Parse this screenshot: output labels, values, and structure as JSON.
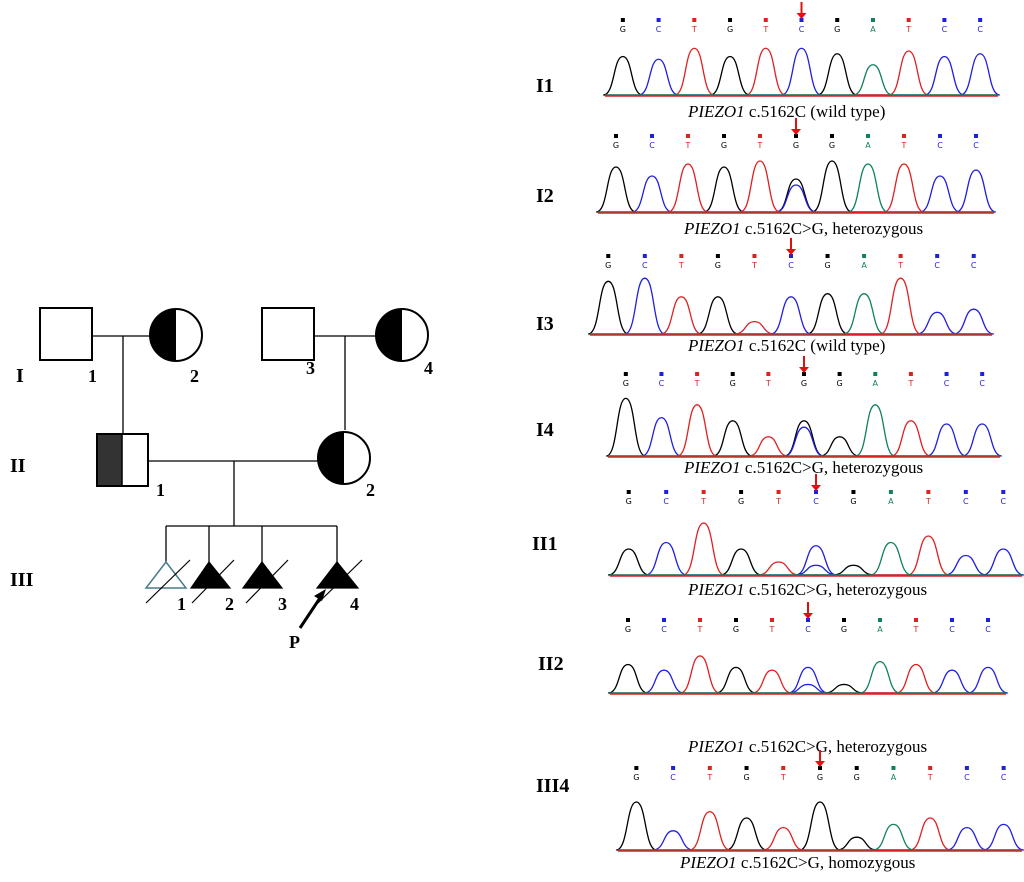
{
  "pedigree": {
    "generations": [
      {
        "id": "gen-I",
        "label": "I"
      },
      {
        "id": "gen-II",
        "label": "II"
      },
      {
        "id": "gen-III",
        "label": "III"
      }
    ],
    "individuals": [
      {
        "id": "I-1",
        "number": "1",
        "sex": "male",
        "status": "unaffected"
      },
      {
        "id": "I-2",
        "number": "2",
        "sex": "female",
        "status": "carrier"
      },
      {
        "id": "I-3",
        "number": "3",
        "sex": "male",
        "status": "unaffected"
      },
      {
        "id": "I-4",
        "number": "4",
        "sex": "female",
        "status": "carrier"
      },
      {
        "id": "II-1",
        "number": "1",
        "sex": "male",
        "status": "carrier"
      },
      {
        "id": "II-2",
        "number": "2",
        "sex": "female",
        "status": "carrier"
      },
      {
        "id": "III-1",
        "number": "1",
        "sex": "fetus",
        "status": "unaffected",
        "deceased": true
      },
      {
        "id": "III-2",
        "number": "2",
        "sex": "fetus",
        "status": "affected",
        "deceased": true
      },
      {
        "id": "III-3",
        "number": "3",
        "sex": "fetus",
        "status": "affected",
        "deceased": true
      },
      {
        "id": "III-4",
        "number": "4",
        "sex": "fetus",
        "status": "affected",
        "deceased": true,
        "proband": true
      }
    ],
    "proband_label": "P"
  },
  "colors": {
    "G": "#000000",
    "C": "#1f1fe0",
    "T": "#e02020",
    "A": "#108060",
    "mutation_arrow": "#e01010",
    "baseline": "#e02020"
  },
  "chromatograms": [
    {
      "id": "I1",
      "label": "I1",
      "gene": "PIEZO1",
      "variant": "c.5162C (wild type)",
      "bases": [
        "G",
        "C",
        "T",
        "G",
        "T",
        "C",
        "G",
        "A",
        "T",
        "C",
        "C"
      ],
      "arrow_index": 5,
      "zygosity": "wild type"
    },
    {
      "id": "I2",
      "label": "I2",
      "gene": "PIEZO1",
      "variant": "c.5162C>G, heterozygous",
      "bases": [
        "G",
        "C",
        "T",
        "G",
        "T",
        "G",
        "G",
        "A",
        "T",
        "C",
        "C"
      ],
      "arrow_index": 5,
      "zygosity": "heterozygous"
    },
    {
      "id": "I3",
      "label": "I3",
      "gene": "PIEZO1",
      "variant": "c.5162C (wild type)",
      "bases": [
        "G",
        "C",
        "T",
        "G",
        "T",
        "C",
        "G",
        "A",
        "T",
        "C",
        "C"
      ],
      "arrow_index": 5,
      "zygosity": "wild type"
    },
    {
      "id": "I4",
      "label": "I4",
      "gene": "PIEZO1",
      "variant": "c.5162C>G, heterozygous",
      "bases": [
        "G",
        "C",
        "T",
        "G",
        "T",
        "G",
        "G",
        "A",
        "T",
        "C",
        "C"
      ],
      "arrow_index": 5,
      "zygosity": "heterozygous"
    },
    {
      "id": "II1",
      "label": "II1",
      "gene": "PIEZO1",
      "variant": "c.5162C>G, heterozygous",
      "bases": [
        "G",
        "C",
        "T",
        "G",
        "T",
        "C",
        "G",
        "A",
        "T",
        "C",
        "C"
      ],
      "arrow_index": 5,
      "zygosity": "heterozygous"
    },
    {
      "id": "II2",
      "label": "II2",
      "gene": "PIEZO1",
      "variant": "c.5162C>G, heterozygous",
      "bases": [
        "G",
        "C",
        "T",
        "G",
        "T",
        "C",
        "G",
        "A",
        "T",
        "C",
        "C"
      ],
      "arrow_index": 5,
      "zygosity": "heterozygous"
    },
    {
      "id": "III4",
      "label": "III4",
      "gene": "PIEZO1",
      "variant": "c.5162C>G, homozygous",
      "bases": [
        "G",
        "C",
        "T",
        "G",
        "T",
        "G",
        "G",
        "A",
        "T",
        "C",
        "C"
      ],
      "arrow_index": 5,
      "zygosity": "homozygous"
    }
  ]
}
